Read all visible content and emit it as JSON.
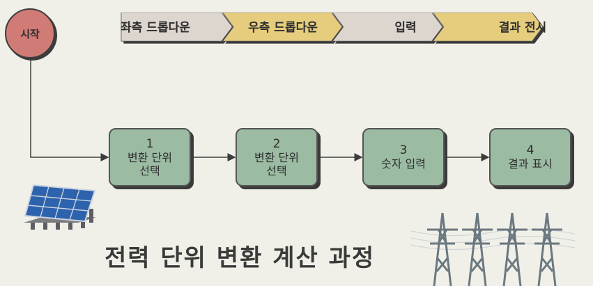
{
  "start": {
    "label": "시작"
  },
  "process_bar": {
    "segments": [
      {
        "label": "좌측 드롭다운",
        "color": "#ddd6cf"
      },
      {
        "label": "우측 드롭다운",
        "color": "#e6cd7e"
      },
      {
        "label": "입력",
        "color": "#ddd6cf"
      },
      {
        "label": "결과 전시",
        "color": "#e6cd7e"
      }
    ]
  },
  "steps": [
    {
      "number": "1",
      "label": "변환 단위\n선택"
    },
    {
      "number": "2",
      "label": "변환 단위\n선택"
    },
    {
      "number": "3",
      "label": "숫자 입력"
    },
    {
      "number": "4",
      "label": "결과 표시"
    }
  ],
  "title": "전력 단위 변환 계산 과정",
  "colors": {
    "background": "#f0f0e8",
    "start_circle": "#d17b76",
    "step_box": "#9bbba2",
    "chevron_light": "#ddd6cf",
    "chevron_gold": "#e6cd7e",
    "outline": "#3c3c3c"
  }
}
